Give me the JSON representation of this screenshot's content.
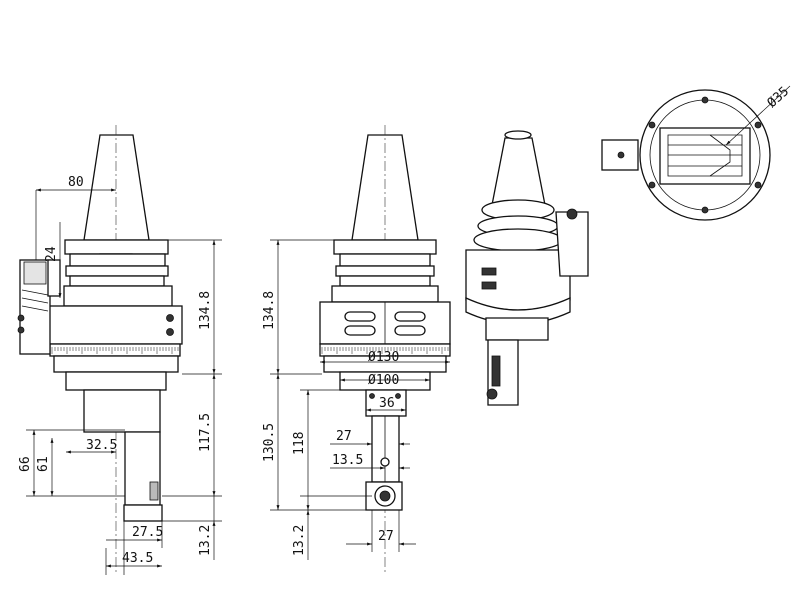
{
  "dimensions": {
    "left_view": {
      "width_top": "80",
      "drive_height": "24",
      "upper_height": "134.8",
      "lower_height": "117.5",
      "total_reach": "66",
      "inner_reach": "61",
      "offset": "32.5",
      "head_width": "27.5",
      "overall_width": "43.5",
      "spindle_offset": "13.2"
    },
    "middle_view": {
      "upper_height": "134.8",
      "flange_diameter": "Ø130",
      "body_diameter": "Ø100",
      "arm_width": "36",
      "lower_height": "130.5",
      "inner_height": "118",
      "head_width": "27",
      "spindle_offset": "13.5",
      "bottom_width": "27",
      "bottom_offset": "13.2"
    },
    "top_view": {
      "diameter": "Ø35"
    }
  },
  "colors": {
    "line": "#111111",
    "background": "#ffffff"
  }
}
